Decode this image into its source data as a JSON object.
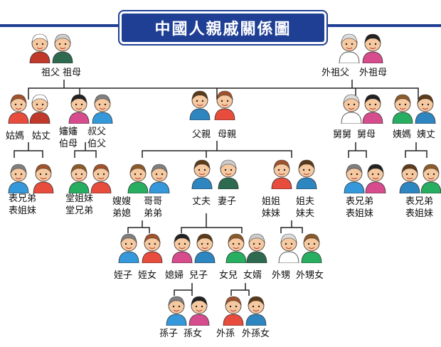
{
  "title": "中國人親戚關係圖",
  "colors": {
    "banner": "#1f3f95",
    "line": "#222222"
  },
  "labels": {
    "grandfather_paternal": "祖父",
    "grandmother_paternal": "祖母",
    "grandfather_maternal": "外祖父",
    "grandmother_maternal": "外祖母",
    "aunt_paternal": "姑媽",
    "aunt_paternal_husband": "姑丈",
    "uncle_wife_a": "嬸嬸",
    "uncle_wife_b": "伯母",
    "uncle_a": "叔父",
    "uncle_b": "伯父",
    "father": "父親",
    "mother": "母親",
    "uncle_maternal_a": "舅舅",
    "uncle_maternal_wife": "舅母",
    "aunt_maternal": "姨媽",
    "aunt_maternal_husband": "姨丈",
    "cousin_brother_left": "表兄弟",
    "cousin_sister_left": "表姐妹",
    "tang_sister": "堂姐妹",
    "tang_brother": "堂兄弟",
    "sister_in_law_a": "嫂嫂",
    "sister_in_law_b": "弟媳",
    "elder_brother": "哥哥",
    "younger_brother": "弟弟",
    "husband": "丈夫",
    "wife": "妻子",
    "elder_sister": "姐姐",
    "younger_sister": "妹妹",
    "elder_sister_husband": "姐夫",
    "younger_sister_husband": "妹夫",
    "cousin_brother_mid": "表兄弟",
    "cousin_sister_mid": "表姐妹",
    "cousin_brother_right": "表兄弟",
    "cousin_sister_right": "表姐妹",
    "nephew": "姪子",
    "niece": "姪女",
    "daughter_in_law": "媳婦",
    "son": "兒子",
    "daughter": "女兒",
    "son_in_law": "女婿",
    "nephew_sister": "外甥",
    "niece_sister": "外甥女",
    "grandson": "孫子",
    "granddaughter": "孫女",
    "grandson_daughter": "外孫",
    "granddaughter_daughter": "外孫女"
  },
  "figures": [
    {
      "skin": "#f6c9a0",
      "hair": "#ffffff",
      "shirt": "#c0392b"
    },
    {
      "skin": "#f6c9a0",
      "hair": "#cccccc",
      "shirt": "#2d6a4f"
    },
    {
      "skin": "#f6c9a0",
      "hair": "#dddddd",
      "shirt": "#ffffff"
    },
    {
      "skin": "#f6c9a0",
      "hair": "#222222",
      "shirt": "#d64c8c"
    },
    {
      "skin": "#f6c9a0",
      "hair": "#a0522d",
      "shirt": "#e74c3c"
    },
    {
      "skin": "#f6c9a0",
      "hair": "#8b5a2b",
      "shirt": "#27ae60"
    },
    {
      "skin": "#f6c9a0",
      "hair": "#5b3a1a",
      "shirt": "#2e86c1"
    },
    {
      "skin": "#f6c9a0",
      "hair": "#7f7f7f",
      "shirt": "#3498db"
    }
  ]
}
